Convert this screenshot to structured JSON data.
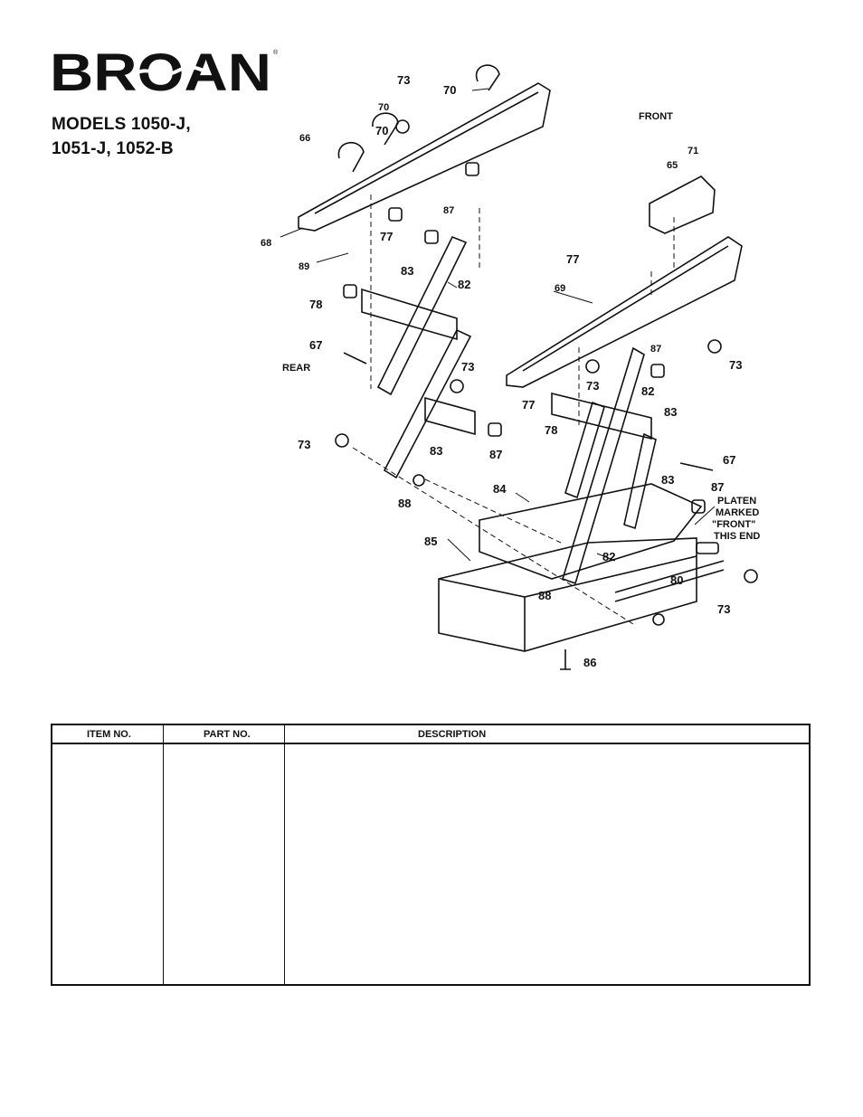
{
  "brand": {
    "name": "BROAN",
    "registered_mark": "®"
  },
  "title": {
    "line1": "MODELS 1050-J,",
    "line2": "1051-J, 1052-B"
  },
  "diagram": {
    "labels": {
      "front": "FRONT",
      "rear": "REAR",
      "platen": [
        "PLATEN",
        "MARKED",
        "\"FRONT\"",
        "THIS END"
      ]
    },
    "callouts": [
      "73",
      "70",
      "70",
      "70",
      "66",
      "87",
      "71",
      "65",
      "68",
      "77",
      "89",
      "83",
      "82",
      "77",
      "69",
      "78",
      "67",
      "73",
      "87",
      "73",
      "73",
      "82",
      "83",
      "77",
      "78",
      "83",
      "73",
      "87",
      "67",
      "83",
      "87",
      "88",
      "84",
      "85",
      "82",
      "88",
      "80",
      "73",
      "86"
    ]
  },
  "table": {
    "headers": {
      "item": "ITEM NO.",
      "part": "PART NO.",
      "description": "DESCRIPTION"
    },
    "rows": []
  }
}
